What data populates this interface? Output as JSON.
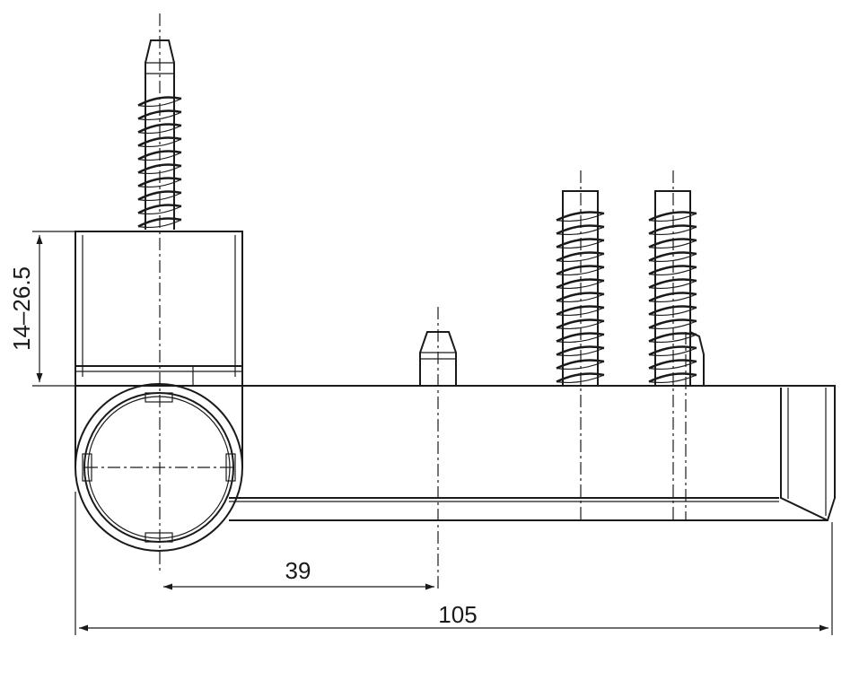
{
  "dimensions": {
    "thickness_range": "14–26.5",
    "center_distance": "39",
    "overall_length": "105"
  },
  "colors": {
    "line": "#1a1a1a",
    "background": "#ffffff"
  }
}
